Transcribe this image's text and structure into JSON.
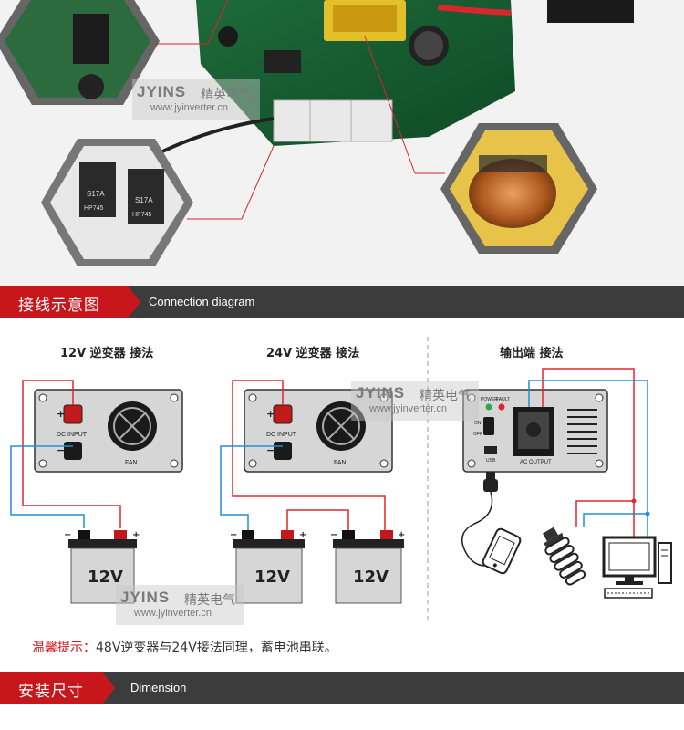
{
  "watermark": {
    "brand_en": "JYINS",
    "brand_cn": "精英电气",
    "url": "www.jyinverter.cn"
  },
  "photo_section": {
    "chip_labels": [
      "S17A",
      "S17A",
      "HP745",
      "HP745"
    ]
  },
  "connection_section": {
    "title_cn": "接线示意图",
    "title_en": "Connection diagram"
  },
  "diagram": {
    "inverter_12v_title": "12V 逆变器 接法",
    "inverter_24v_title": "24V 逆变器 接法",
    "output_title": "输出端 接法",
    "plus": "+",
    "minus": "−",
    "dc_input": "DC INPUT",
    "fan": "FAN",
    "battery_label": "12V",
    "power_label": "POWER",
    "fault_label": "FAULT",
    "on_label": "ON",
    "off_label": "OFF",
    "usb_label": "USB",
    "ac_output": "AC OUTPUT"
  },
  "tip": {
    "label": "温馨提示：",
    "text": "48V逆变器与24V接法同理，蓄电池串联。"
  },
  "dimension_section": {
    "title_cn": "安装尺寸",
    "title_en": "Dimension"
  },
  "colors": {
    "red_wire": "#e0262e",
    "blue_wire": "#1f8fd6",
    "section_red": "#c8161d",
    "section_dark": "#3c3c3c"
  }
}
